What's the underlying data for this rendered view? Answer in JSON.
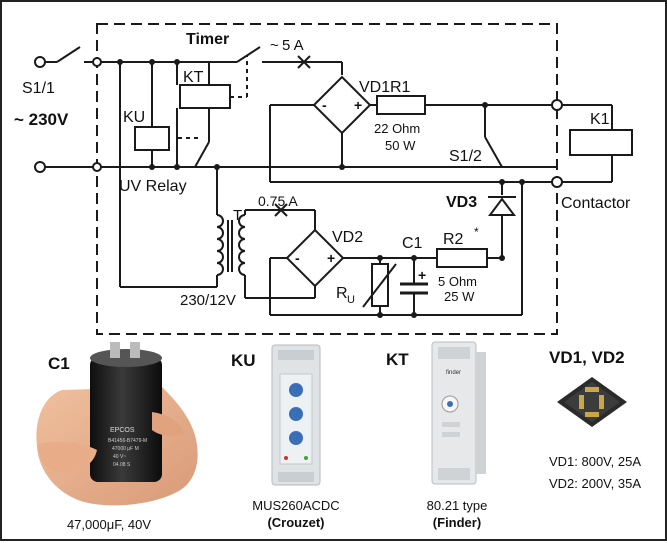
{
  "schematic": {
    "switch_s11": "S1/1",
    "supply": "~ 230V",
    "timer": "Timer",
    "kt": "KT",
    "ku": "KU",
    "uv_relay": "UV Relay",
    "fuse1": "5 A",
    "vd1": "VD1",
    "r1": "R1",
    "r1_value": "22 Ohm",
    "r1_power": "50 W",
    "k1": "K1",
    "s12": "S1/2",
    "contactor": "Contactor",
    "vd3": "VD3",
    "fuse2": "0.75 A",
    "transformer": "T",
    "transformer_ratio": "230/12V",
    "vd2": "VD2",
    "c1": "C1",
    "r2": "R2",
    "r2_mark": "*",
    "r2_value": "5 Ohm",
    "r2_power": "25 W",
    "ru": "R",
    "ru_sub": "U",
    "plus": "+",
    "minus": "-"
  },
  "photos": {
    "c1_title": "C1",
    "c1_caption": "47,000μF, 40V",
    "c1_brand": "EPCOS",
    "c1_part": "B41456-B7479-M",
    "c1_rating": "47000 μF M",
    "c1_voltage": "40 V~",
    "c1_date": "04.08 S",
    "ku_title": "KU",
    "ku_caption1": "MUS260ACDC",
    "ku_caption2": "(Crouzet)",
    "kt_title": "KT",
    "kt_caption1": "80.21 type",
    "kt_caption2": "(Finder)",
    "kt_brand": "finder",
    "vd_title": "VD1, VD2",
    "vd_caption1": "VD1: 800V, 25A",
    "vd_caption2": "VD2: 200V, 35A"
  },
  "colors": {
    "wire": "#1a1a1a",
    "frame": "#1a1a1a",
    "capacitor_body": "#1c1c1c",
    "skin": "#e9b08c",
    "relay_body": "#dfe3e6",
    "knob": "#3a6fb8",
    "bridge_body": "#2b2b2b"
  }
}
